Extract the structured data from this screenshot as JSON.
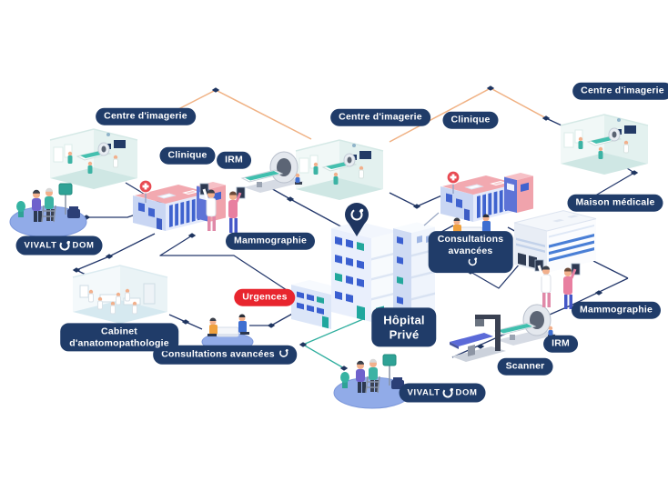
{
  "diagram": {
    "labels": {
      "centre_imagerie_left": "Centre d'imagerie",
      "centre_imagerie_center": "Centre d'imagerie",
      "centre_imagerie_right": "Centre d'imagerie",
      "clinique_left": "Clinique",
      "clinique_right": "Clinique",
      "irm_left": "IRM",
      "irm_right": "IRM",
      "mammographie_left": "Mammographie",
      "mammographie_right": "Mammographie",
      "maison_medicale": "Maison médicale",
      "scanner": "Scanner",
      "urgences": "Urgences",
      "consultations_left": "Consultations avancées",
      "consultations_right_l1": "Consultations",
      "consultations_right_l2": "avancées",
      "cabinet_l1": "Cabinet",
      "cabinet_l2": "d'anatomopathologie",
      "hopital_l1": "Hôpital",
      "hopital_l2": "Privé"
    },
    "logos": {
      "left": {
        "pre": "VIVALT",
        "post": "DOM"
      },
      "bottom": {
        "pre": "VIVALT",
        "post": "DOM"
      }
    },
    "colors": {
      "pill_navy": "#203c69",
      "line_navy": "#24386b",
      "line_orange": "#f0b183",
      "line_teal": "#2fae9e",
      "urgences_red": "#e8252e",
      "pin_navy": "#1e3560",
      "ellipse_blue": "#91abe8",
      "accent_teal": "#3cb3a4",
      "window_blue": "#3a5fd0",
      "roof_pink": "#f2a9b0"
    },
    "illustrations": [
      {
        "name": "imaging-room-left",
        "depicts": "radiology room"
      },
      {
        "name": "imaging-room-center",
        "depicts": "radiology room"
      },
      {
        "name": "imaging-room-right",
        "depicts": "radiology room"
      },
      {
        "name": "clinic-building-left",
        "depicts": "clinic building with red cross sign"
      },
      {
        "name": "clinic-building-right",
        "depicts": "clinic building with red cross sign"
      },
      {
        "name": "private-hospital-building",
        "depicts": "hospital with location pin"
      },
      {
        "name": "medical-house-building",
        "depicts": "medical office building"
      },
      {
        "name": "pathology-lab-room",
        "depicts": "pathology laboratory staff"
      },
      {
        "name": "mri-machine-left",
        "depicts": "MRI scanner"
      },
      {
        "name": "mri-machine-right",
        "depicts": "MRI scanner"
      },
      {
        "name": "xray-scanner-machine",
        "depicts": "CT / X-ray table"
      },
      {
        "name": "mammography-patients-left",
        "depicts": "two people holding radiographs"
      },
      {
        "name": "mammography-patients-right",
        "depicts": "two people holding radiographs"
      },
      {
        "name": "consultation-desk-left",
        "depicts": "consultation at desk"
      },
      {
        "name": "consultation-desk-right",
        "depicts": "consultation at desk"
      },
      {
        "name": "homecare-group-left",
        "depicts": "home-care patient with walker and caregiver"
      },
      {
        "name": "homecare-group-bottom",
        "depicts": "home-care patient with walker and caregiver"
      },
      {
        "name": "location-pin",
        "depicts": "brand pin above hospital"
      }
    ]
  }
}
